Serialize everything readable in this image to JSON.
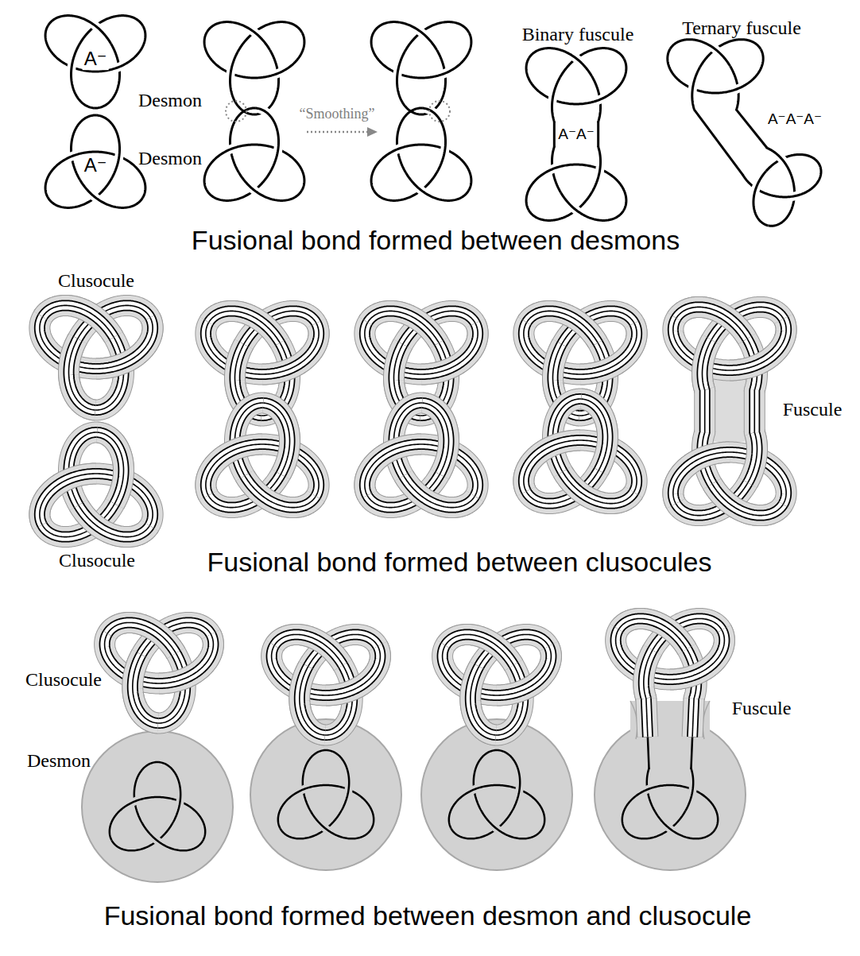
{
  "diagram": {
    "labels": [
      "A⁻",
      "Desmon",
      "A⁻",
      "Desmon",
      "“Smoothing”",
      "Binary fuscule",
      "Ternary fuscule",
      "A⁻A⁻",
      "A⁻A⁻A⁻",
      "Fusional bond formed between desmons",
      "Clusocule",
      "Clusocule",
      "Fuscule",
      "Fusional bond formed between clusocules",
      "Clusocule",
      "Desmon",
      "Fuscule",
      "Fusional bond formed between desmon and clusocule"
    ]
  }
}
